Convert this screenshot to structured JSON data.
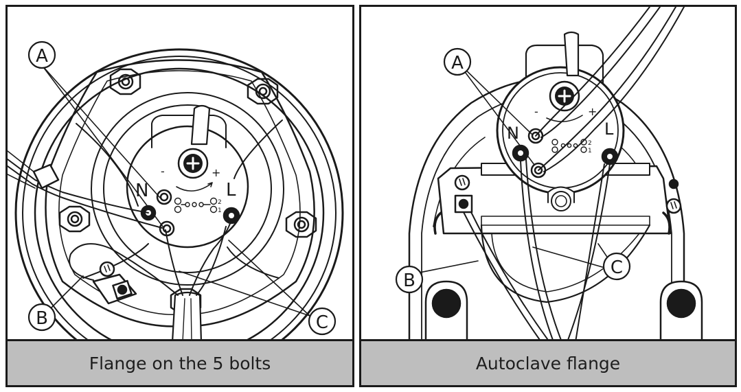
{
  "panels": [
    {
      "caption": "Flange on the 5 bolts",
      "callouts": [
        "A",
        "B",
        "C"
      ],
      "terminal_letters": [
        "N",
        "L"
      ],
      "dial_marks": [
        "-",
        "+"
      ],
      "switch_numbers": [
        "2",
        "1"
      ]
    },
    {
      "caption": "Autoclave flange",
      "callouts": [
        "A",
        "B",
        "C"
      ],
      "terminal_letters": [
        "N",
        "L"
      ],
      "dial_marks": [
        "-",
        "+"
      ],
      "switch_numbers": [
        "2",
        "1"
      ]
    }
  ],
  "colors": {
    "line": "#1a1a1a",
    "caption_bg": "#bebebe",
    "background": "#ffffff"
  }
}
